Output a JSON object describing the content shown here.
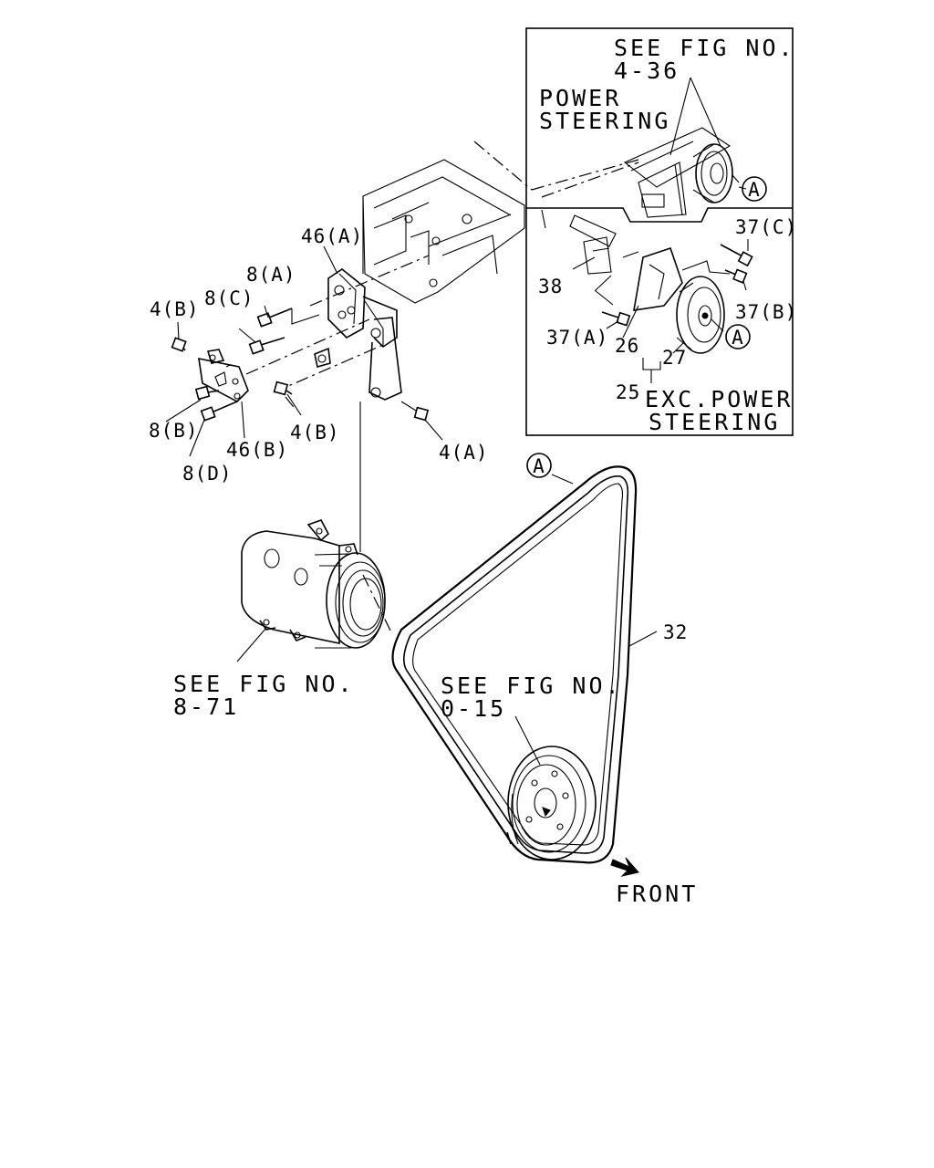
{
  "callouts": {
    "see_fig_4_36_line1": "SEE FIG NO.",
    "see_fig_4_36_line2": "4-36",
    "power_steering_line1": "POWER",
    "power_steering_line2": "STEERING",
    "see_fig_8_71_line1": "SEE FIG NO.",
    "see_fig_8_71_line2": "8-71",
    "see_fig_0_15_line1": "SEE FIG NO.",
    "see_fig_0_15_line2": "0-15",
    "exc_power_steering_line1": "EXC.POWER",
    "exc_power_steering_line2": "STEERING",
    "front": "FRONT"
  },
  "part_labels": {
    "p46a": "46(A)",
    "p8a": "8(A)",
    "p8c": "8(C)",
    "p4b_left": "4(B)",
    "p8b": "8(B)",
    "p8d": "8(D)",
    "p46b": "46(B)",
    "p4b_mid": "4(B)",
    "p4a": "4(A)",
    "p32": "32",
    "p37c": "37(C)",
    "p37b": "37(B)",
    "p37a": "37(A)",
    "p38": "38",
    "p26": "26",
    "p27": "27",
    "p25": "25"
  },
  "circle_refs": {
    "a_belt": "A",
    "a_power_steering": "A",
    "a_exc_power": "A"
  }
}
